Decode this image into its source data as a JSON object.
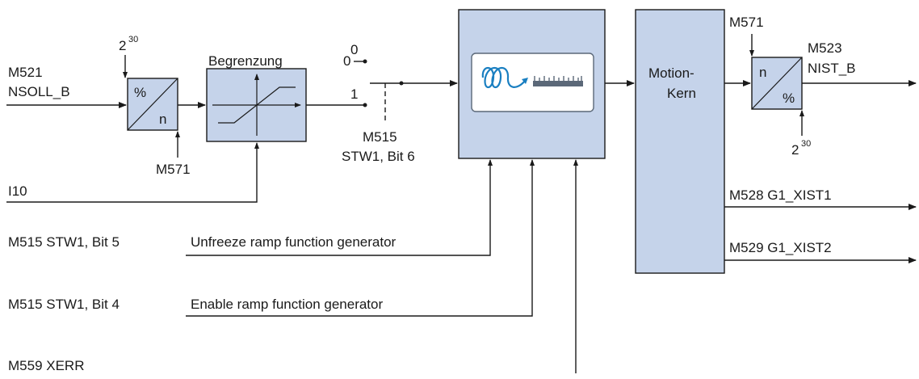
{
  "colors": {
    "block_fill": "#c5d3ea",
    "line": "#1a1a1a",
    "spiral": "#1a7fc1",
    "scale": "#5b6878"
  },
  "inputs": {
    "m521": "M521",
    "nsoll_b": "NSOLL_B",
    "i10": "I10",
    "m515_bit5": "M515 STW1, Bit 5",
    "m515_bit4": "M515 STW1, Bit 4",
    "m559": "M559 XERR"
  },
  "signals": {
    "unfreeze": "Unfreeze ramp function generator",
    "enable": "Enable ramp function generator"
  },
  "scaling_in": {
    "exp_base": "2",
    "exp_power": "30",
    "percent": "%",
    "n": "n",
    "m571": "M571"
  },
  "limiter": {
    "title": "Begrenzung"
  },
  "switch": {
    "pos0": "0",
    "pos1": "1",
    "control_line1": "M515",
    "control_line2": "STW1, Bit 6"
  },
  "ramp_block": {
    "icon": "ramp-spiral-scale-icon"
  },
  "motion_kern": {
    "line1": "Motion-",
    "line2": "Kern"
  },
  "scaling_out": {
    "m571": "M571",
    "n": "n",
    "percent": "%",
    "exp_base": "2",
    "exp_power": "30"
  },
  "outputs": {
    "m523": "M523",
    "nist_b": "NIST_B",
    "m528": "M528 G1_XIST1",
    "m529": "M529 G1_XIST2"
  }
}
